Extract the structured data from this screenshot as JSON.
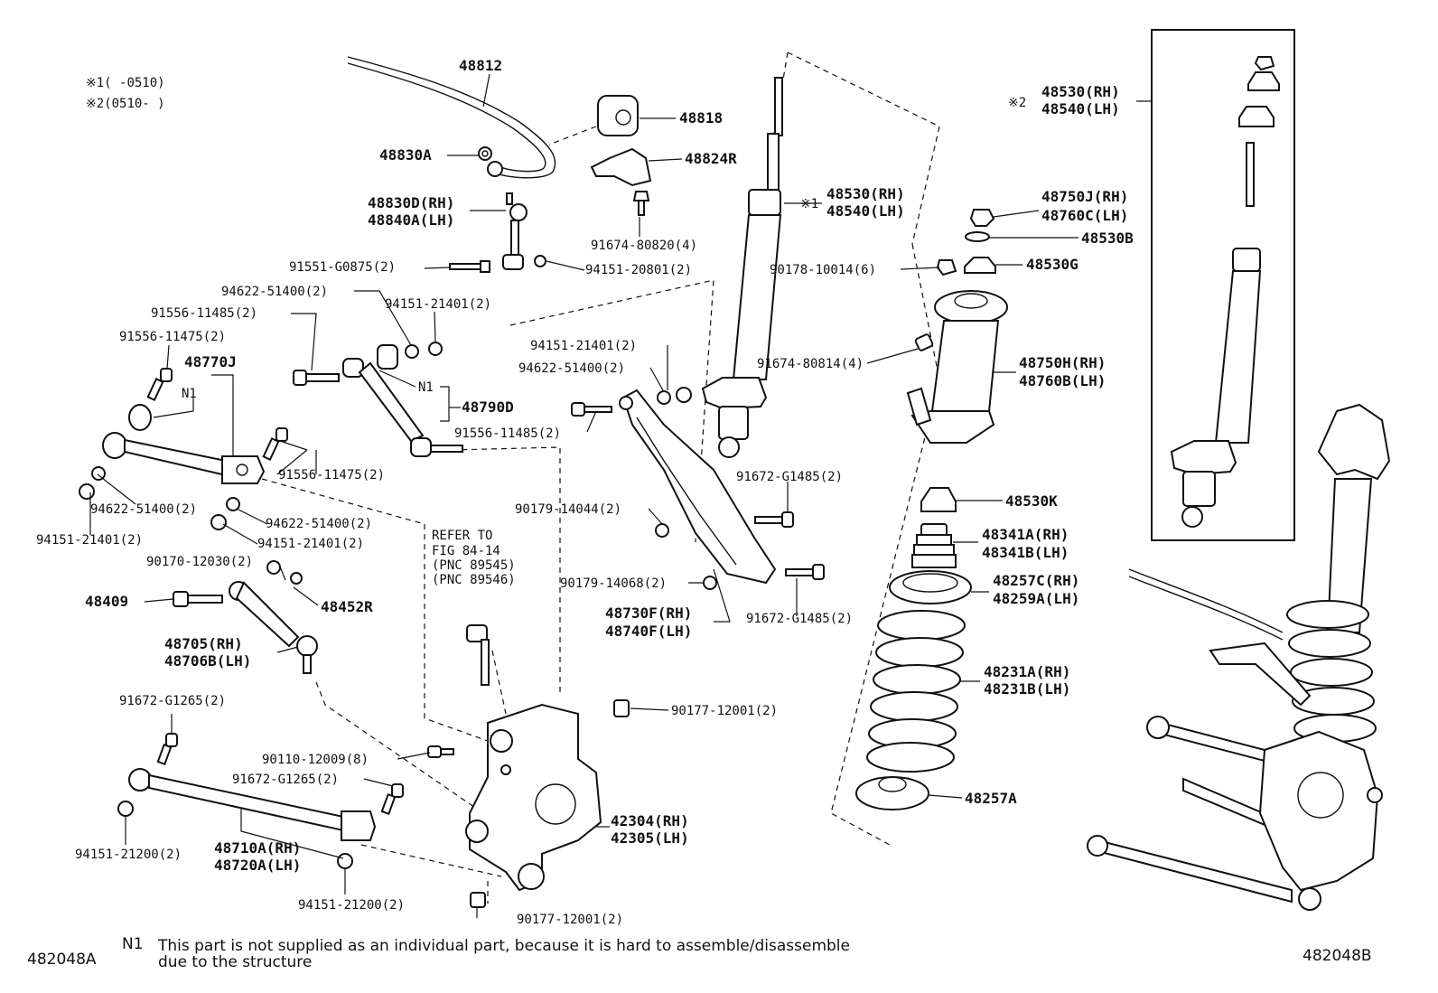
{
  "legend": {
    "l1": "※1(     -0510)",
    "l2": "※2(0510-      )"
  },
  "labels": {
    "p48812": "48812",
    "p48818": "48818",
    "p48830A": "48830A",
    "p48824R": "48824R",
    "p48830D": "48830D(RH)",
    "p48840A": "48840A(LH)",
    "p91674_80820": "91674-80820(4)",
    "p91551": "91551-G0875(2)",
    "p94151_20801": "94151-20801(2)",
    "p94622_a": "94622-51400(2)",
    "p94151_21401_a": "94151-21401(2)",
    "p91556_11485_a": "91556-11485(2)",
    "p91556_11475_a": "91556-11475(2)",
    "p48770J": "48770J",
    "n1_a": "N1",
    "n1_b": "N1",
    "p48790D": "48790D",
    "p94151_21401_b": "94151-21401(2)",
    "p94622_b": "94622-51400(2)",
    "p91556_11485_b": "91556-11485(2)",
    "p91556_11475_b": "91556-11475(2)",
    "p94622_c": "94622-51400(2)",
    "p94622_d": "94622-51400(2)",
    "p94151_21401_c": "94151-21401(2)",
    "p94151_21401_d": "94151-21401(2)",
    "p90170": "90170-12030(2)",
    "p48409": "48409",
    "p48452R": "48452R",
    "p48705": "48705(RH)",
    "p48706B": "48706B(LH)",
    "p91672_G1265_a": "91672-G1265(2)",
    "p90110": "90110-12009(8)",
    "p91672_G1265_b": "91672-G1265(2)",
    "p94151_21200_a": "94151-21200(2)",
    "p48710A": "48710A(RH)",
    "p48720A": "48720A(LH)",
    "p94151_21200_b": "94151-21200(2)",
    "refer1": "REFER TO",
    "refer2": "FIG 84-14",
    "refer3": "(PNC 89545)",
    "refer4": "(PNC 89546)",
    "p90179_14044": "90179-14044(2)",
    "p90179_14068": "90179-14068(2)",
    "p48730F": "48730F(RH)",
    "p48740F": "48740F(LH)",
    "p91672_G1485_a": "91672-G1485(2)",
    "p91672_G1485_b": "91672-G1485(2)",
    "p90177_a": "90177-12001(2)",
    "p90177_b": "90177-12001(2)",
    "p42304": "42304(RH)",
    "p42305": "42305(LH)",
    "p48530_1": "48530(RH)",
    "p48540_1": "48540(LH)",
    "mark1": "※1",
    "p90178": "90178-10014(6)",
    "p91674_80814": "91674-80814(4)",
    "p48750J": "48750J(RH)",
    "p48760C": "48760C(LH)",
    "p48530B": "48530B",
    "p48530G": "48530G",
    "p48750H": "48750H(RH)",
    "p48760B": "48760B(LH)",
    "p48530K": "48530K",
    "p48341A": "48341A(RH)",
    "p48341B": "48341B(LH)",
    "p48257C": "48257C(RH)",
    "p48259A": "48259A(LH)",
    "p48231A": "48231A(RH)",
    "p48231B": "48231B(LH)",
    "p48257A": "48257A",
    "mark2": "※2",
    "p48530_2": "48530(RH)",
    "p48540_2": "48540(LH)"
  },
  "footer": {
    "code_left": "482048A",
    "code_right": "482048B",
    "note_tag": "N1",
    "note_line1": "This part is not supplied as an individual part, because it is hard to assemble/disassemble",
    "note_line2": "due to the structure"
  }
}
